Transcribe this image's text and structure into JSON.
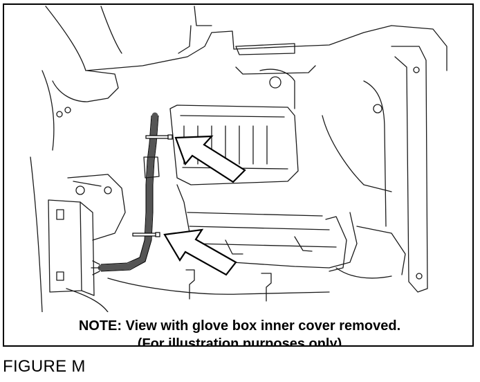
{
  "figure": {
    "note_line1": "NOTE:  View with glove box inner cover removed.",
    "note_line2": "(For illustration purposes only)",
    "label": "FIGURE M"
  },
  "colors": {
    "harness": "#555555",
    "line": "#1a1a1a",
    "arrow_fill": "#ffffff"
  }
}
